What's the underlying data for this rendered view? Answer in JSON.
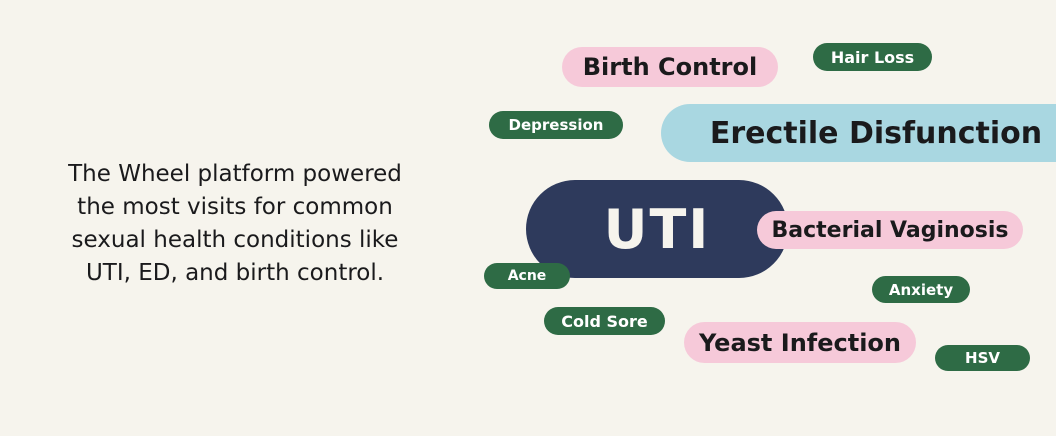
{
  "caption": {
    "lines": [
      "The Wheel platform powered",
      "the most visits for common",
      "sexual health conditions like",
      "UTI, ED, and birth control."
    ],
    "full_text": "The Wheel platform powered the most visits for common sexual health conditions like UTI, ED, and birth control."
  },
  "badges": [
    {
      "label": "Birth Control",
      "color": "#f6c9d9",
      "size": "large"
    },
    {
      "label": "Hair Loss",
      "color": "#2e6b45",
      "size": "small"
    },
    {
      "label": "Depression",
      "color": "#2e6b45",
      "size": "small"
    },
    {
      "label": "Erectile Disfunction",
      "color": "#a9d7e1",
      "size": "xlarge"
    },
    {
      "label": "UTI",
      "color": "#2e3a5c",
      "size": "xlarge"
    },
    {
      "label": "Bacterial Vaginosis",
      "color": "#f6c9d9",
      "size": "medium"
    },
    {
      "label": "Acne",
      "color": "#2e6b45",
      "size": "small"
    },
    {
      "label": "Anxiety",
      "color": "#2e6b45",
      "size": "small"
    },
    {
      "label": "Cold Sore",
      "color": "#2e6b45",
      "size": "small"
    },
    {
      "label": "Yeast Infection",
      "color": "#f6c9d9",
      "size": "large"
    },
    {
      "label": "HSV",
      "color": "#2e6b45",
      "size": "small"
    }
  ],
  "colors": {
    "background": "#f6f4ed",
    "pink": "#f6c9d9",
    "green": "#2e6b45",
    "navy": "#2e3a5c",
    "light_blue": "#a9d7e1",
    "text_dark": "#1a1a1c",
    "text_light": "#ffffff"
  }
}
